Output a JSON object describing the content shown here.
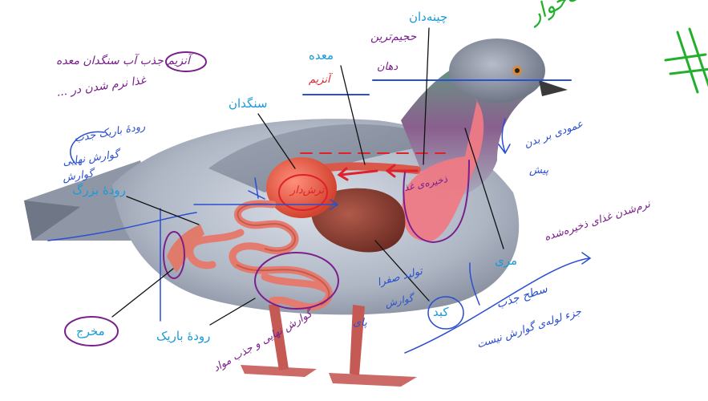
{
  "labels": {
    "crop": "چینه‌دان",
    "stomach": "معده",
    "gizzard": "سنگدان",
    "large_intestine": "رودهٔ بزرگ",
    "esophagus": "مری",
    "liver": "کبد",
    "small_intestine": "رودهٔ باریک",
    "cloaca": "مخرج"
  },
  "annotations": {
    "title_green": "# پرنده‌ی گوشت‌خوار",
    "top_left_1": "آنزیم  جذب آب سنگدان معده",
    "top_left_2": "غذا نرم شدن در ...",
    "crop_note_1": "حجیم‌ترین",
    "crop_note_2": "دهان",
    "stomach_note": "آنزیم",
    "gizzard_note": "ترش‌دار",
    "left_note_1": "رودهٔ باریک  جذب",
    "left_note_2": "گوارش نهایی",
    "left_note_3": "گوارش",
    "crop_inside": "ذخیره‌ی غذا",
    "esophagus_note_1": "عمودی بر بدن",
    "esophagus_note_2": "پیش",
    "esophagus_note_3": "نرم‌شدن غذای ذخیره‌شده",
    "liver_note_1": "تولید صفرا",
    "liver_note_2": "گوارش",
    "bottom_note": "گوارش نهایی و جذب مواد",
    "bottom_right_1": "سطح جذب",
    "bottom_right_2": "جزء لوله‌ی گوارش نیست",
    "legs_note": "پای"
  },
  "colors": {
    "label": "#1a9ad6",
    "annot_purple": "#7a1f8c",
    "annot_blue": "#2a4fd0",
    "annot_red": "#e0202a",
    "annot_green": "#22b02c"
  }
}
